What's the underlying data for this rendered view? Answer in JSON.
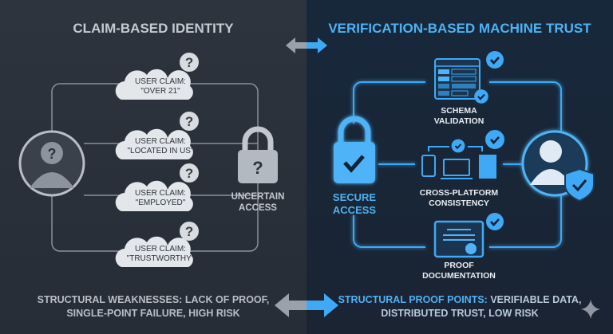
{
  "left": {
    "title": "CLAIM-BASED IDENTITY",
    "claims": [
      {
        "l1": "USER CLAIM:",
        "l2": "\"OVER 21\""
      },
      {
        "l1": "USER CLAIM:",
        "l2": "\"LOCATED IN US\""
      },
      {
        "l1": "USER CLAIM:",
        "l2": "\"EMPLOYED\""
      },
      {
        "l1": "USER CLAIM:",
        "l2": "\"TRUSTWORTHY\""
      }
    ],
    "lock_label_1": "UNCERTAIN",
    "lock_label_2": "ACCESS",
    "footer_1": "STRUCTURAL WEAKNESSES: LACK OF PROOF,",
    "footer_2": "SINGLE-POINT FAILURE, HIGH RISK"
  },
  "right": {
    "title": "VERIFICATION-BASED MACHINE TRUST",
    "lock_label_1": "SECURE",
    "lock_label_2": "ACCESS",
    "schema_1": "SCHEMA",
    "schema_2": "VALIDATION",
    "cross_1": "CROSS-PLATFORM",
    "cross_2": "CONSISTENCY",
    "proof_1": "PROOF",
    "proof_2": "DOCUMENTATION",
    "footer_head": "STRUCTURAL PROOF POINTS:",
    "footer_1": " VERIFIABLE DATA,",
    "footer_2": "DISTRIBUTED TRUST, LOW RISK"
  },
  "colors": {
    "accent": "#3fa9f5",
    "left_text": "#c5cad1",
    "left_bg": "#2b323c",
    "right_bg": "#18283a"
  }
}
